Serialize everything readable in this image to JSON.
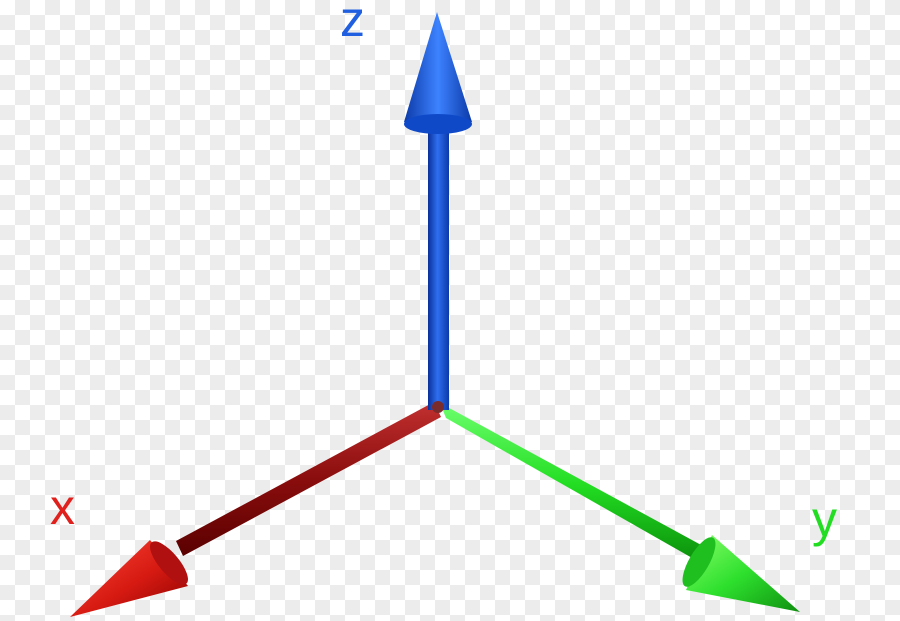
{
  "axes": {
    "z": {
      "label": "z",
      "color": "#1f5fe0"
    },
    "x": {
      "label": "x",
      "color": "#e0201c"
    },
    "y": {
      "label": "y",
      "color": "#22dd22"
    }
  }
}
